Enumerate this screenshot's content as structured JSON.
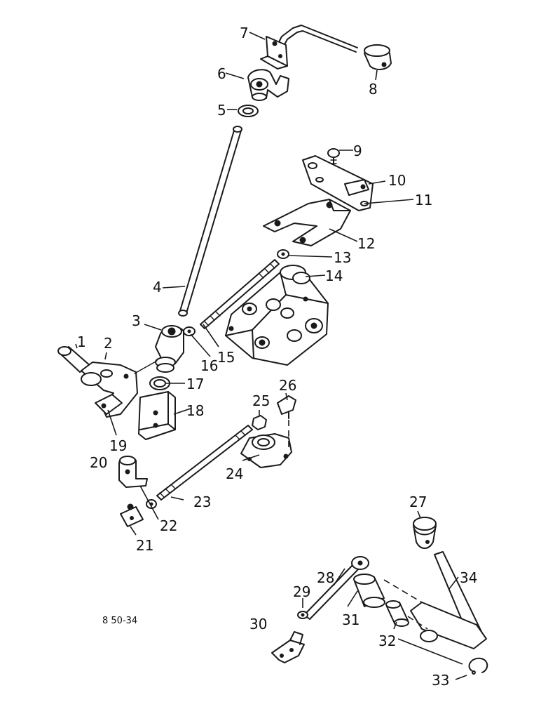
{
  "figure_code": "8 50-34",
  "callouts": {
    "c1": "1",
    "c2": "2",
    "c3": "3",
    "c4": "4",
    "c5": "5",
    "c6": "6",
    "c7": "7",
    "c8": "8",
    "c9": "9",
    "c10": "10",
    "c11": "11",
    "c12": "12",
    "c13": "13",
    "c14": "14",
    "c15": "15",
    "c16": "16",
    "c17": "17",
    "c18": "18",
    "c19": "19",
    "c20": "20",
    "c21": "21",
    "c22": "22",
    "c23": "23",
    "c24": "24",
    "c25": "25",
    "c26": "26",
    "c27": "27",
    "c28": "28",
    "c29": "29",
    "c30": "30",
    "c31": "31",
    "c32": "32",
    "c33": "33",
    "c34": "34"
  }
}
